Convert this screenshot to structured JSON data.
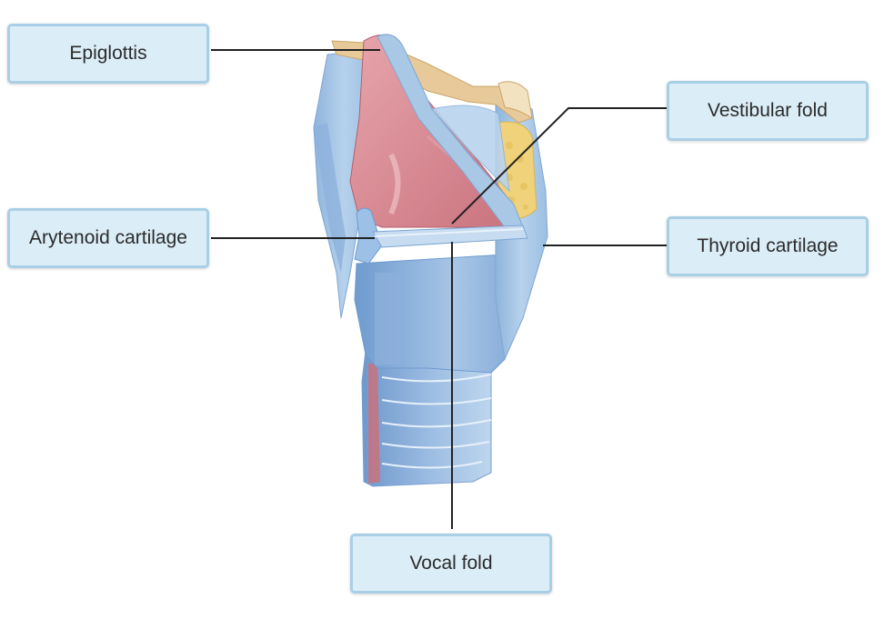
{
  "labels": {
    "epiglottis": "Epiglottis",
    "arytenoid": "Arytenoid cartilage",
    "vestibular": "Vestibular fold",
    "thyroid": "Thyroid cartilage",
    "vocal": "Vocal fold"
  },
  "colors": {
    "label_fill": "#dbedf7",
    "label_border": "#a9cfe6",
    "leader_line": "#222222",
    "cartilage_blue": "#a9c8e6",
    "mucosa_pink": "#d98e98",
    "bone_tan": "#e7c99a",
    "fat_yellow": "#efd27a"
  }
}
